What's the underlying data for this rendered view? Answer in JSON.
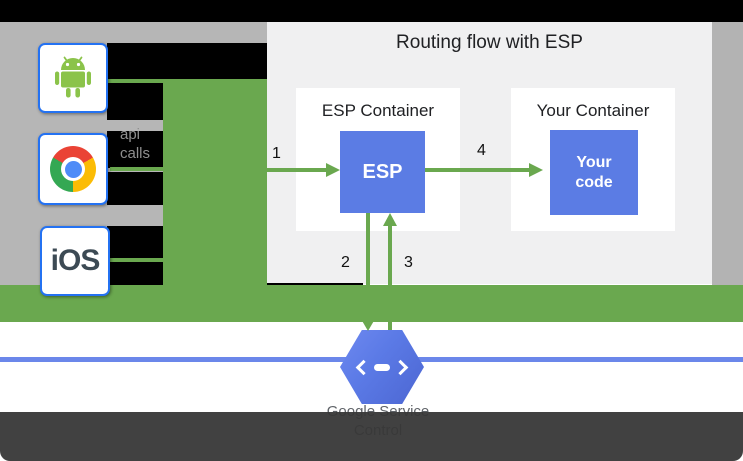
{
  "panel": {
    "title": "Routing flow with ESP"
  },
  "clients": {
    "android": {
      "name": "Android"
    },
    "chrome": {
      "name": "Chrome"
    },
    "ios": {
      "label": "iOS"
    }
  },
  "arrow_label": {
    "line1": "api",
    "line2": "calls"
  },
  "containers": {
    "esp": {
      "title": "ESP Container",
      "box_label": "ESP"
    },
    "your": {
      "title": "Your Container",
      "box_line1": "Your",
      "box_line2": "code"
    }
  },
  "steps": {
    "s1": "1",
    "s2": "2",
    "s3": "3",
    "s4": "4"
  },
  "endpoints_icon": {
    "caption_line1": "Google Service",
    "caption_line2": "Control"
  },
  "colors": {
    "flow_green": "#6aa84f",
    "sidebar_gray": "#b6b6b6",
    "panel_bg": "#f0f0f1",
    "box_blue": "#5b7ce4",
    "bus_line_blue": "#6b87ea",
    "hexagon_blue": "#5b7ae6",
    "client_border_blue": "#2472f2",
    "footer_dark": "#373737"
  }
}
